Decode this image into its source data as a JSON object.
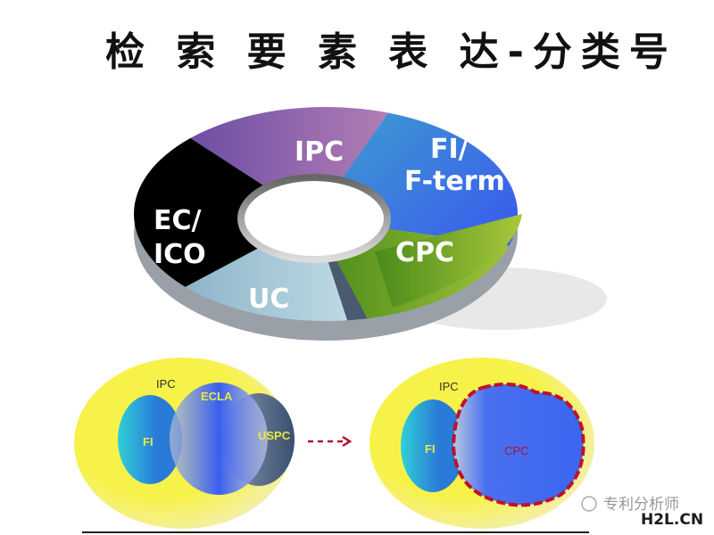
{
  "title": "检 索 要 素 表 达-分类号",
  "ring": {
    "segments": [
      {
        "name": "IPC",
        "label": "IPC",
        "color": "#7a4fa8"
      },
      {
        "name": "FI",
        "label_line1": "FI/",
        "label_line2": "F-term",
        "color": "#4a6fe0"
      },
      {
        "name": "CPC",
        "label": "CPC",
        "color": "#7aa82a"
      },
      {
        "name": "UC",
        "label": "UC",
        "color": "#9cc4d4"
      },
      {
        "name": "EC",
        "label_line1": "EC/",
        "label_line2": "ICO",
        "color": "#000000"
      }
    ]
  },
  "before": {
    "ipc": "IPC",
    "fi": "FI",
    "ecla": "ECLA",
    "uspc": "USPC"
  },
  "after": {
    "ipc": "IPC",
    "fi": "FI",
    "cpc": "CPC"
  },
  "watermark": {
    "account": "专利分析师",
    "site": "H2L.CN"
  },
  "colors": {
    "yellow": "#f5f04a",
    "blue": "#3a66f0",
    "red": "#c0102a",
    "label_yellow": "#e8e840"
  }
}
